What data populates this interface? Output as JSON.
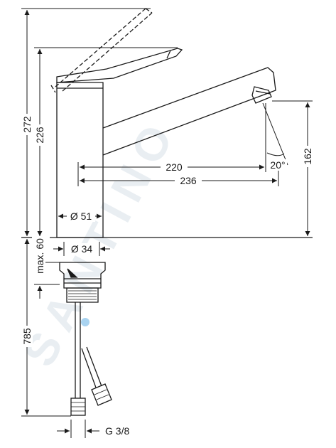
{
  "watermark": "SANTINO",
  "dimensions": {
    "overall_height": "272",
    "spout_height": "226",
    "spout_reach_inner": "220",
    "spout_reach_outer": "236",
    "spray_angle": "20°",
    "outlet_height": "162",
    "body_diameter": "Ø 51",
    "mount_diameter": "Ø 34",
    "max_deck_thickness": "max. 60",
    "hose_length": "785",
    "connection_thread": "G 3/8"
  },
  "colors": {
    "line": "#1a1a1a",
    "watermark": "#e9eef2",
    "highlight": "#6fb6e6"
  }
}
